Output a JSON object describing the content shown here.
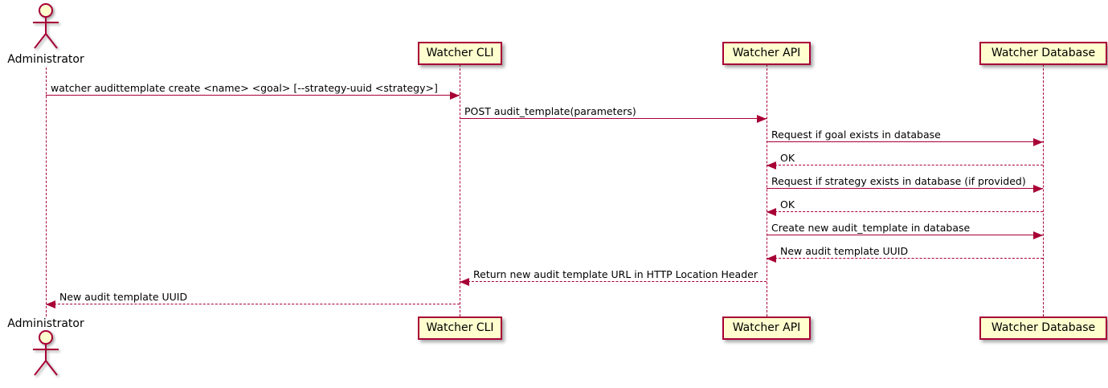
{
  "diagram": {
    "kind": "sequence-diagram",
    "colors": {
      "participant_fill": "#FEFECE",
      "border": "#A80036",
      "arrow": "#A80036",
      "text": "#000000",
      "background": "#FFFFFF"
    }
  },
  "actor": {
    "name": "Administrator"
  },
  "participants": [
    {
      "name": "Watcher CLI"
    },
    {
      "name": "Watcher API"
    },
    {
      "name": "Watcher Database"
    }
  ],
  "messages": [
    {
      "from": "Administrator",
      "to": "Watcher CLI",
      "style": "solid",
      "direction": "right",
      "text": "watcher audittemplate create <name> <goal> [--strategy-uuid <strategy>]"
    },
    {
      "from": "Watcher CLI",
      "to": "Watcher API",
      "style": "solid",
      "direction": "right",
      "text": "POST audit_template(parameters)"
    },
    {
      "from": "Watcher API",
      "to": "Watcher Database",
      "style": "solid",
      "direction": "right",
      "text": "Request if goal exists in database"
    },
    {
      "from": "Watcher Database",
      "to": "Watcher API",
      "style": "dashed",
      "direction": "left",
      "text": "OK"
    },
    {
      "from": "Watcher API",
      "to": "Watcher Database",
      "style": "solid",
      "direction": "right",
      "text": "Request if strategy exists in database (if provided)"
    },
    {
      "from": "Watcher Database",
      "to": "Watcher API",
      "style": "dashed",
      "direction": "left",
      "text": "OK"
    },
    {
      "from": "Watcher API",
      "to": "Watcher Database",
      "style": "solid",
      "direction": "right",
      "text": "Create new audit_template in database"
    },
    {
      "from": "Watcher Database",
      "to": "Watcher API",
      "style": "dashed",
      "direction": "left",
      "text": "New audit template UUID"
    },
    {
      "from": "Watcher API",
      "to": "Watcher CLI",
      "style": "dashed",
      "direction": "left",
      "text": "Return new audit template URL in HTTP Location Header"
    },
    {
      "from": "Watcher CLI",
      "to": "Administrator",
      "style": "dashed",
      "direction": "left",
      "text": "New audit template UUID"
    }
  ]
}
